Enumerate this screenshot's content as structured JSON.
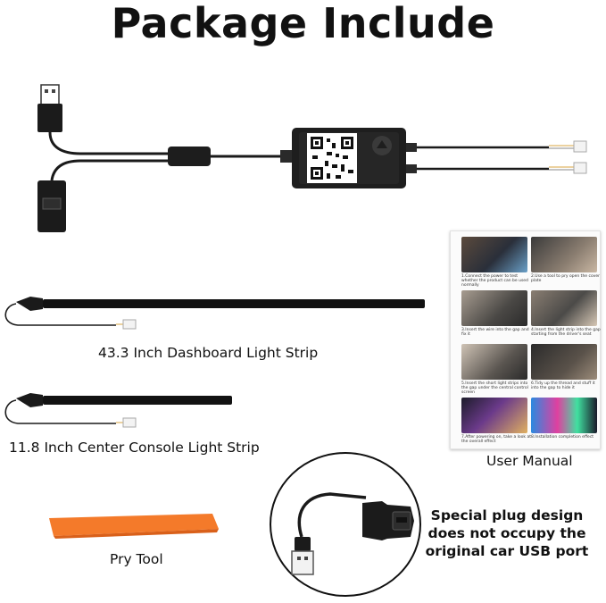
{
  "title": "Package Include",
  "labels": {
    "dashboard_strip": "43.3 Inch Dashboard Light Strip",
    "console_strip": "11.8 Inch Center Console Light Strip",
    "user_manual": "User Manual",
    "pry_tool": "Pry Tool",
    "usb_note_line1": "Special plug design",
    "usb_note_line2": "does not occupy the",
    "usb_note_line3": "original car USB port"
  },
  "manual_steps": [
    "1.Connect the power to test whether the product can be used normally",
    "2.Use a tool to pry open the cover plate",
    "3.Insert the wire into the gap and fix it",
    "4.Insert the light strip into the gap starting from the driver's seat",
    "5.Insert the short light strips into the gap under the central control screen",
    "6.Tidy up the thread and stuff it into the gap to hide it",
    "7.After powering on, take a look at the overall effect",
    "8.Installation completion effect"
  ],
  "colors": {
    "pry_tool": "#f47a2a",
    "cable": "#1a1a1a"
  }
}
